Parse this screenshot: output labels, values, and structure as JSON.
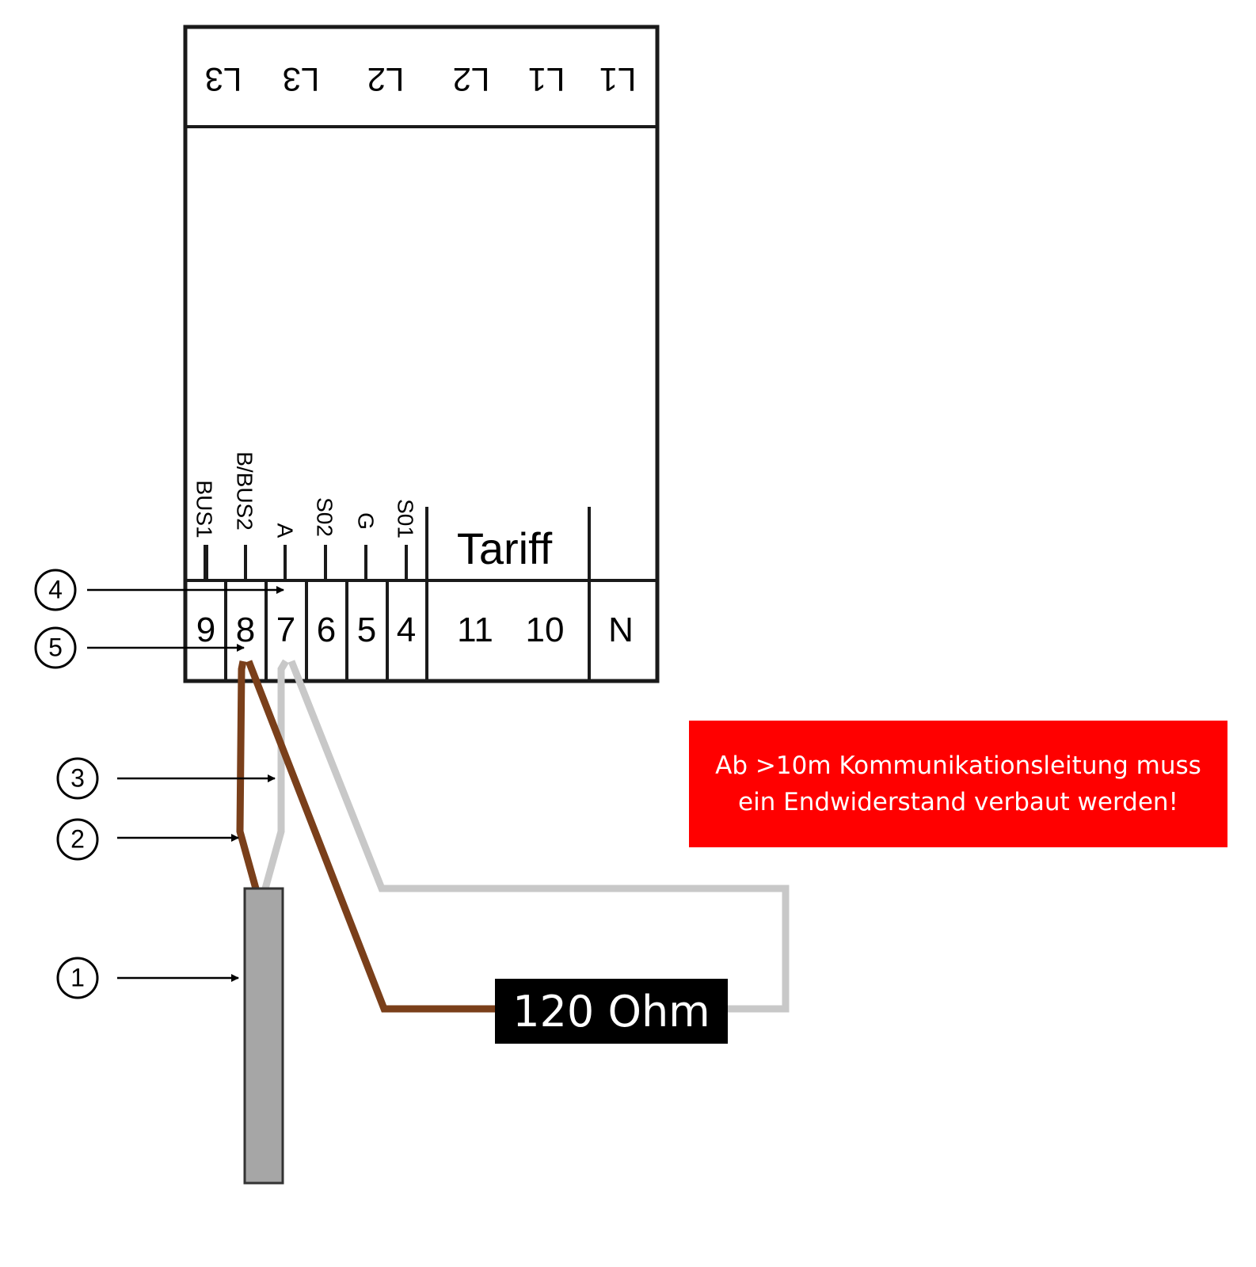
{
  "top_terminals": [
    "L1",
    "L1",
    "L2",
    "L2",
    "L3",
    "L3"
  ],
  "signal_labels": [
    "BUS1",
    "B/BUS2",
    "A",
    "S02",
    "G",
    "S01"
  ],
  "tariff_label": "Tariff",
  "terminal_numbers": [
    "9",
    "8",
    "7",
    "6",
    "5",
    "4",
    "11",
    "10",
    "N"
  ],
  "callouts": [
    "4",
    "5",
    "3",
    "2",
    "1"
  ],
  "resistor_label": "120 Ohm",
  "warning": {
    "line1": "Ab >10m Kommunikationsleitung muss",
    "line2": "ein Endwiderstand verbaut werden!"
  },
  "colors": {
    "brown_wire": "#7a3f1a",
    "grey_wire": "#c8c8c8",
    "cable": "#a6a6a6",
    "warning_bg": "#ff0000"
  }
}
